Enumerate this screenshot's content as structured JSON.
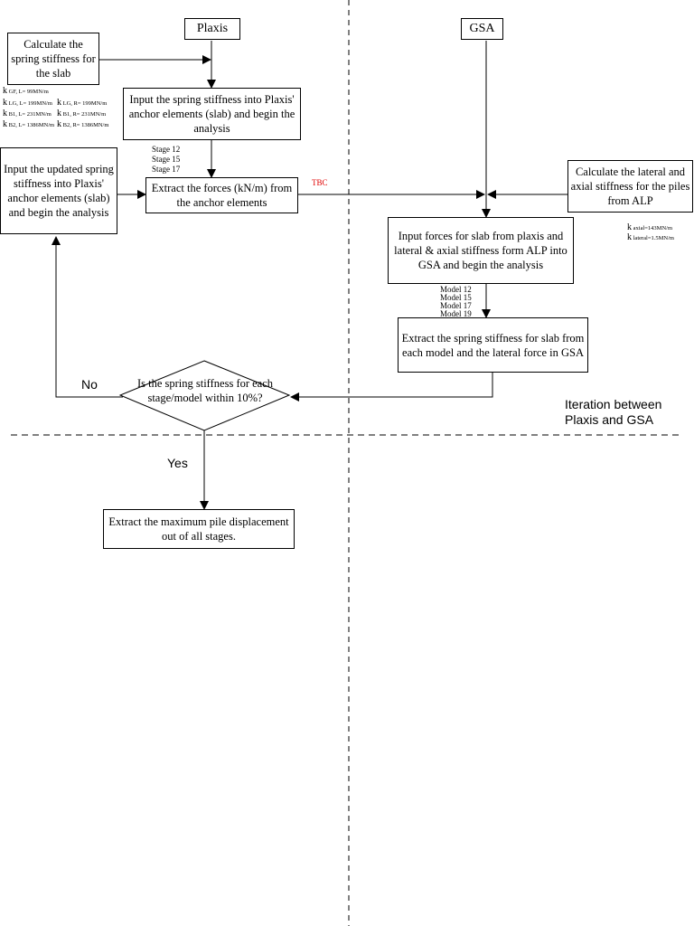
{
  "columns": {
    "plaxis": "Plaxis",
    "gsa": "GSA"
  },
  "boxes": {
    "calc_spring_slab": "Calculate the spring stiffness for the slab",
    "input_spring_plaxis": "Input the spring stiffness into Plaxis' anchor elements (slab) and begin the analysis",
    "extract_forces": "Extract the forces (kN/m) from the anchor elements",
    "input_updated_spring": "Input the updated spring stiffness into Plaxis' anchor elements (slab) and begin the analysis",
    "calc_lateral_axial": "Calculate the lateral and axial stiffness for the piles from ALP",
    "input_forces_gsa": "Input forces for slab from plaxis and lateral & axial stiffness form ALP into GSA and begin the analysis",
    "extract_spring_gsa": "Extract the spring stiffness for slab from each model and the lateral force in GSA",
    "decision": "Is the spring stiffness for each stage/model within 10%?",
    "extract_max_disp": "Extract the maximum pile displacement out of all stages."
  },
  "annotations": {
    "stiffness_slab": [
      {
        "k": "k",
        "sub": "GF, L= 99MN/m"
      },
      {
        "k": "k",
        "sub": "LG, L= 199MN/m"
      },
      {
        "k": "k",
        "sub": "LG, R= 199MN/m"
      },
      {
        "k": "k",
        "sub": "B1, L= 231MN/m"
      },
      {
        "k": "k",
        "sub": "B1, R= 231MN/m"
      },
      {
        "k": "k",
        "sub": "B2, L= 1386MN/m"
      },
      {
        "k": "k",
        "sub": "B2, R= 1386MN/m"
      }
    ],
    "stages": [
      "Stage 12",
      "Stage 15",
      "Stage 17"
    ],
    "models": [
      "Model 12",
      "Model 15",
      "Model 17",
      "Model 19"
    ],
    "pile_stiffness": [
      {
        "k": "k",
        "sub": "axial=143MN/m"
      },
      {
        "k": "k",
        "sub": "lateral=1.5MN/m"
      }
    ],
    "tbc": "TBC",
    "no": "No",
    "yes": "Yes",
    "iteration": "Iteration between Plaxis and GSA"
  },
  "colors": {
    "line": "#000000",
    "tbc": "#e00000"
  }
}
